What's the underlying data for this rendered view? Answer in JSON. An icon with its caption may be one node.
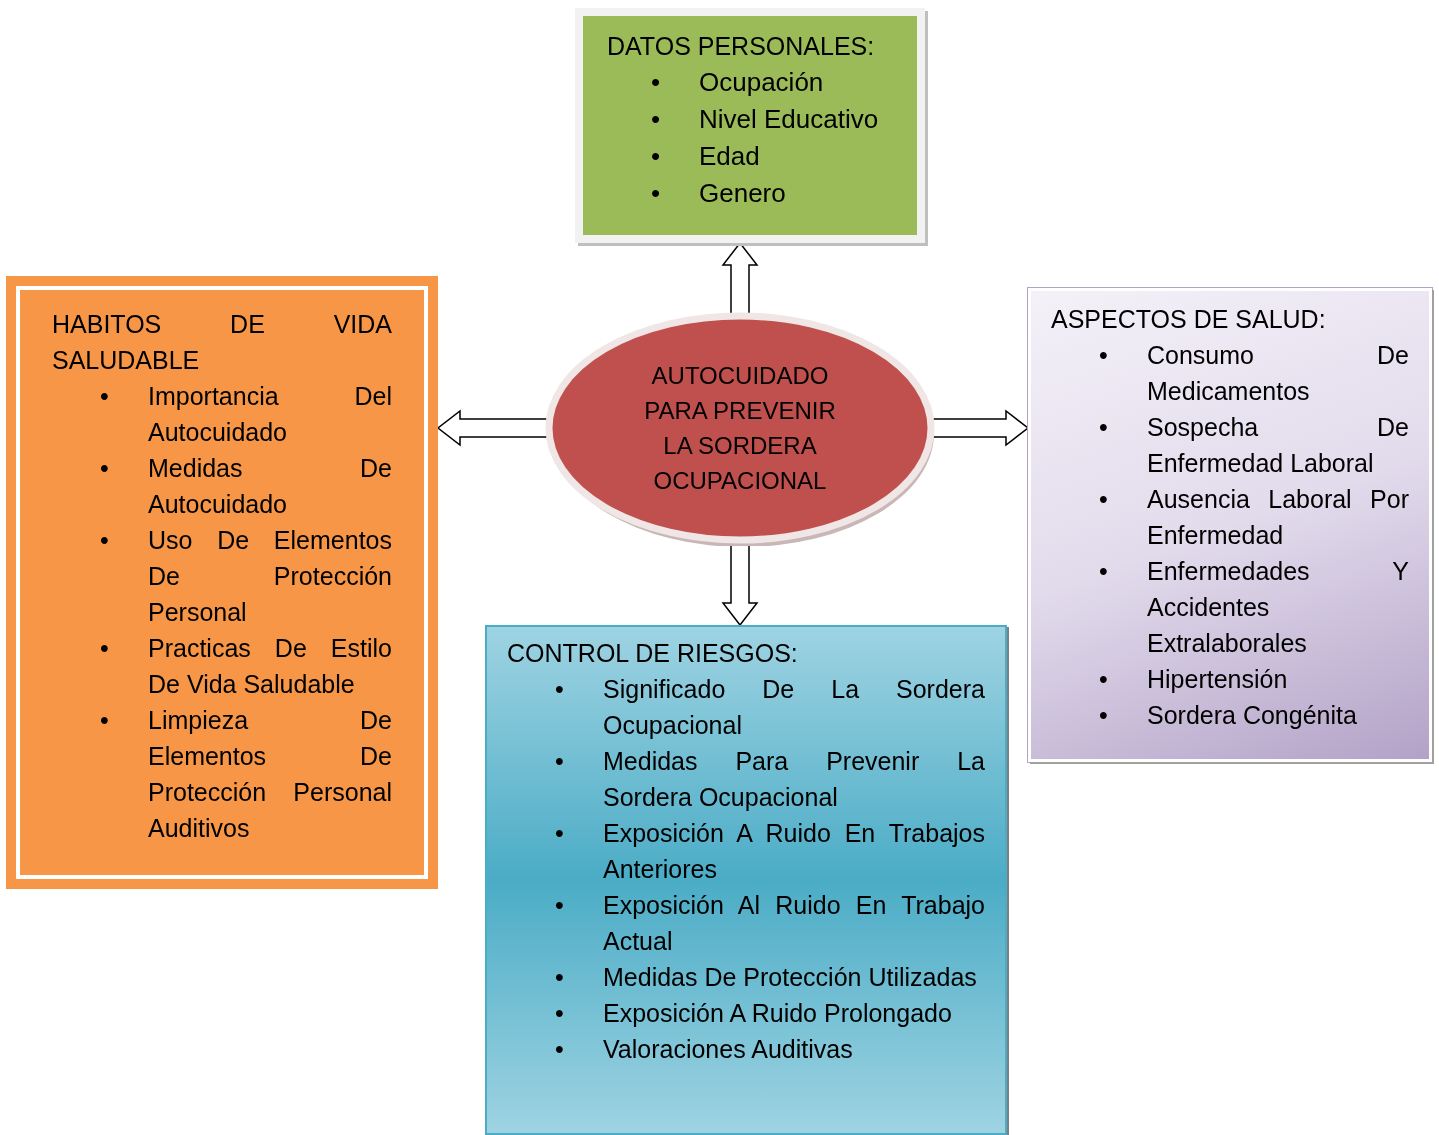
{
  "diagram": {
    "nodes": [
      {
        "text": [
          "AUTOCUIDADO PARA PREVENIR LA SORDERA OCUPACIONAL"
        ]
      },
      {
        "text": [
          "DATOS PERSONALES:",
          "• Ocupación",
          "• Nivel Educativo",
          "• Edad",
          "• Genero"
        ]
      },
      {
        "text": [
          "HABITOS DE VIDA SALUDABLE",
          "• Importancia Del Autocuidado",
          "• Medidas De Autocuidado",
          "• Uso De Elementos De Protección Personal",
          "• Practicas De Estilo De Vida Saludable",
          "• Limpieza De Elementos De Protección Personal Auditivos"
        ]
      },
      {
        "text": [
          "ASPECTOS DE SALUD:",
          "• Consumo De Medicamentos",
          "• Sospecha De Enfermedad Laboral",
          "• Ausencia Laboral Por Enfermedad",
          "• Enfermedades Y Accidentes Extralaborales",
          "• Hipertensión",
          "• Sordera Congénita"
        ]
      },
      {
        "text": [
          "CONTROL DE RIESGOS:",
          "• Significado De La Sordera Ocupacional",
          "• Medidas Para Prevenir La Sordera Ocupacional",
          "• Exposición A Ruido En Trabajos Anteriores",
          "• Exposición Al Ruido En Trabajo Actual",
          "• Medidas De Protección Utilizadas",
          "• Exposición A Ruido Prolongado",
          "• Valoraciones Auditivas"
        ]
      }
    ],
    "edges": [
      {
        "from": 0,
        "to": 1,
        "arrow": "to"
      },
      {
        "from": 0,
        "to": 2,
        "arrow": "to"
      },
      {
        "from": 0,
        "to": 3,
        "arrow": "to"
      },
      {
        "from": 0,
        "to": 4,
        "arrow": "to"
      }
    ]
  }
}
